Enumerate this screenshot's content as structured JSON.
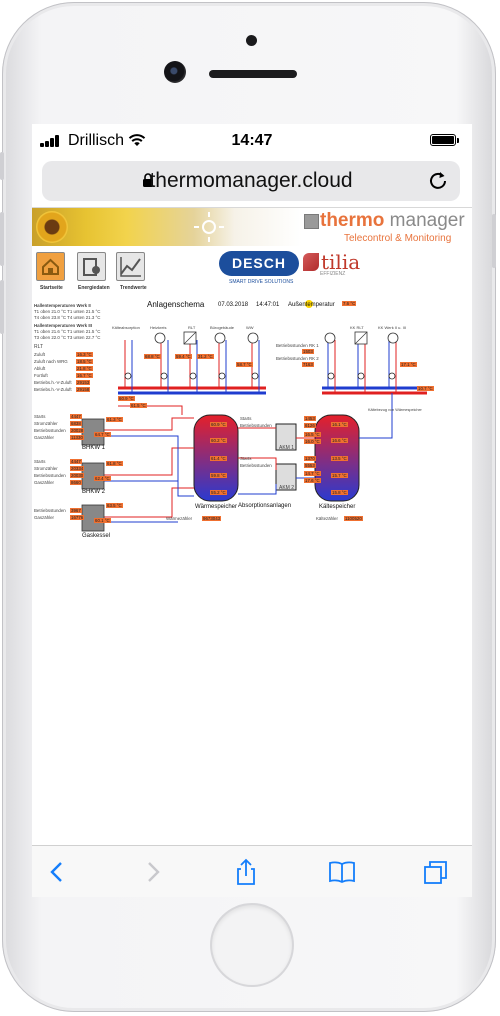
{
  "status_bar": {
    "carrier": "Drillisch",
    "time": "14:47"
  },
  "address_bar": {
    "url": "thermomanager.cloud"
  },
  "site_header": {
    "brand_primary": "thermo",
    "brand_secondary": " manager",
    "brand_tagline": "Telecontrol & Monitoring",
    "nav": [
      {
        "label": "Startseite"
      },
      {
        "label": "Energiedaten"
      },
      {
        "label": "Trendwerte"
      }
    ],
    "partner_logo": "DESCH",
    "partner_sub": "SMART DRIVE SOLUTIONS",
    "partner2_logo": "tilia",
    "partner2_sub": "EFFIZIENZ"
  },
  "schema": {
    "title": "Anlagenschema",
    "date": "07.03.2018",
    "time": "14:47:01",
    "outside_label": "Außentemperatur",
    "outside_value": "7.6 °C",
    "hall_w2_title": "Hallentemperaturen Werk II",
    "hall_w2_line1": "T1 oben 21.0 °C  T1 unten 21.5 °C",
    "hall_w2_line2": "T4 oben 23.8 °C  T4 unten 21.3 °C",
    "hall_w3_title": "Hallentemperaturen Werk III",
    "hall_w3_line1": "T1 oben 21.6 °C  T1 unten 21.5 °C",
    "hall_w3_line2": "T3 oben 22.0 °C  T3 unten 22.7 °C",
    "rlt_title": "RLT",
    "rlt_rows": [
      {
        "label": "Zuluft",
        "value": "16.3 °C"
      },
      {
        "label": "Zuluft nach WRG",
        "value": "18.5 °C"
      },
      {
        "label": "Abluft",
        "value": "21.8 °C"
      },
      {
        "label": "Fortluft",
        "value": "16.7 °C"
      },
      {
        "label": "Betriebs.h.-V-Zuluft",
        "value": "29153"
      },
      {
        "label": "Betriebs.h.-V-Zuluft",
        "value": "29158"
      }
    ],
    "consumers": [
      "Kälteabsorption",
      "Heizkreis",
      "RLT",
      "Bürogebäude",
      "WW"
    ],
    "consumer_temps": [
      "68.8 °C",
      "59.4 °C",
      "31.2 °C",
      "58.7 °C"
    ],
    "cold_consumers": [
      "KK RLT",
      "KK Werk II u. III"
    ],
    "cold_runtime_1_label": "Betriebsstunden RK 1",
    "cold_runtime_1_value": "1503",
    "cold_runtime_2_label": "Betriebsstunden RK 2",
    "cold_runtime_2_value": "7163",
    "cold_temp": "17.1 °C",
    "cold_supply": "10.7 °C",
    "heat_line_temps": [
      "60.9 °C",
      "61.5 °C"
    ],
    "bhkw1": {
      "name": "BHKW 1",
      "starts": "4447",
      "meter": "6838",
      "hours": "20028",
      "gas": "11330",
      "t1": "61.3 °C",
      "t2": "64.7 °C"
    },
    "bhkw2": {
      "name": "BHKW 2",
      "starts": "4447",
      "meter": "20334",
      "hours": "20030",
      "gas": "8660",
      "t1": "61.8 °C",
      "t2": "62.4 °C"
    },
    "kessel": {
      "name": "Gaskessel",
      "hours": "3967",
      "gas": "16776",
      "t1": "63.5 °C",
      "t2": "60.1 °C"
    },
    "bhkw_labels": [
      "Starts",
      "Stromzähler",
      "Betriebsstunden",
      "Gaszähler"
    ],
    "kessel_labels": [
      "Betriebsstunden",
      "Gaszähler"
    ],
    "heat_storage": {
      "name": "Wärmespeicher",
      "temps": [
        "60.9 °C",
        "60.2 °C",
        "61.4 °C",
        "59.8 °C",
        "55.2 °C"
      ],
      "meter_label": "Wärmezähler",
      "meter_value": "9673043"
    },
    "absorption": {
      "name": "Absorptionsanlagen",
      "unit1": "AKM 1",
      "unit2": "AKM 2",
      "starts1": "1453",
      "hours1": "6126",
      "starts2": "1370",
      "hours2": "5553",
      "t1": "16.5 °C",
      "t2": "16.0 °C",
      "t3": "14.7 °C",
      "t4": "17.6 °C",
      "labels": [
        "Starts",
        "Betriebsstunden"
      ]
    },
    "cold_storage": {
      "name": "Kältespeicher",
      "temps": [
        "16.1 °C",
        "16.6 °C",
        "13.5 °C",
        "15.7 °C",
        "15.8 °C"
      ],
      "meter_label": "Kältezähler",
      "meter_value": "1100520"
    },
    "cold_source_label": "Kältebezug von Wärmespeicher"
  },
  "colors": {
    "accent_orange": "#f07030",
    "hot_red": "#e02020",
    "cold_blue": "#1f3ccf",
    "brand_orange": "#e8733c"
  },
  "toolbar_icons": [
    "back-icon",
    "forward-icon",
    "share-icon",
    "bookmarks-icon",
    "tabs-icon"
  ]
}
